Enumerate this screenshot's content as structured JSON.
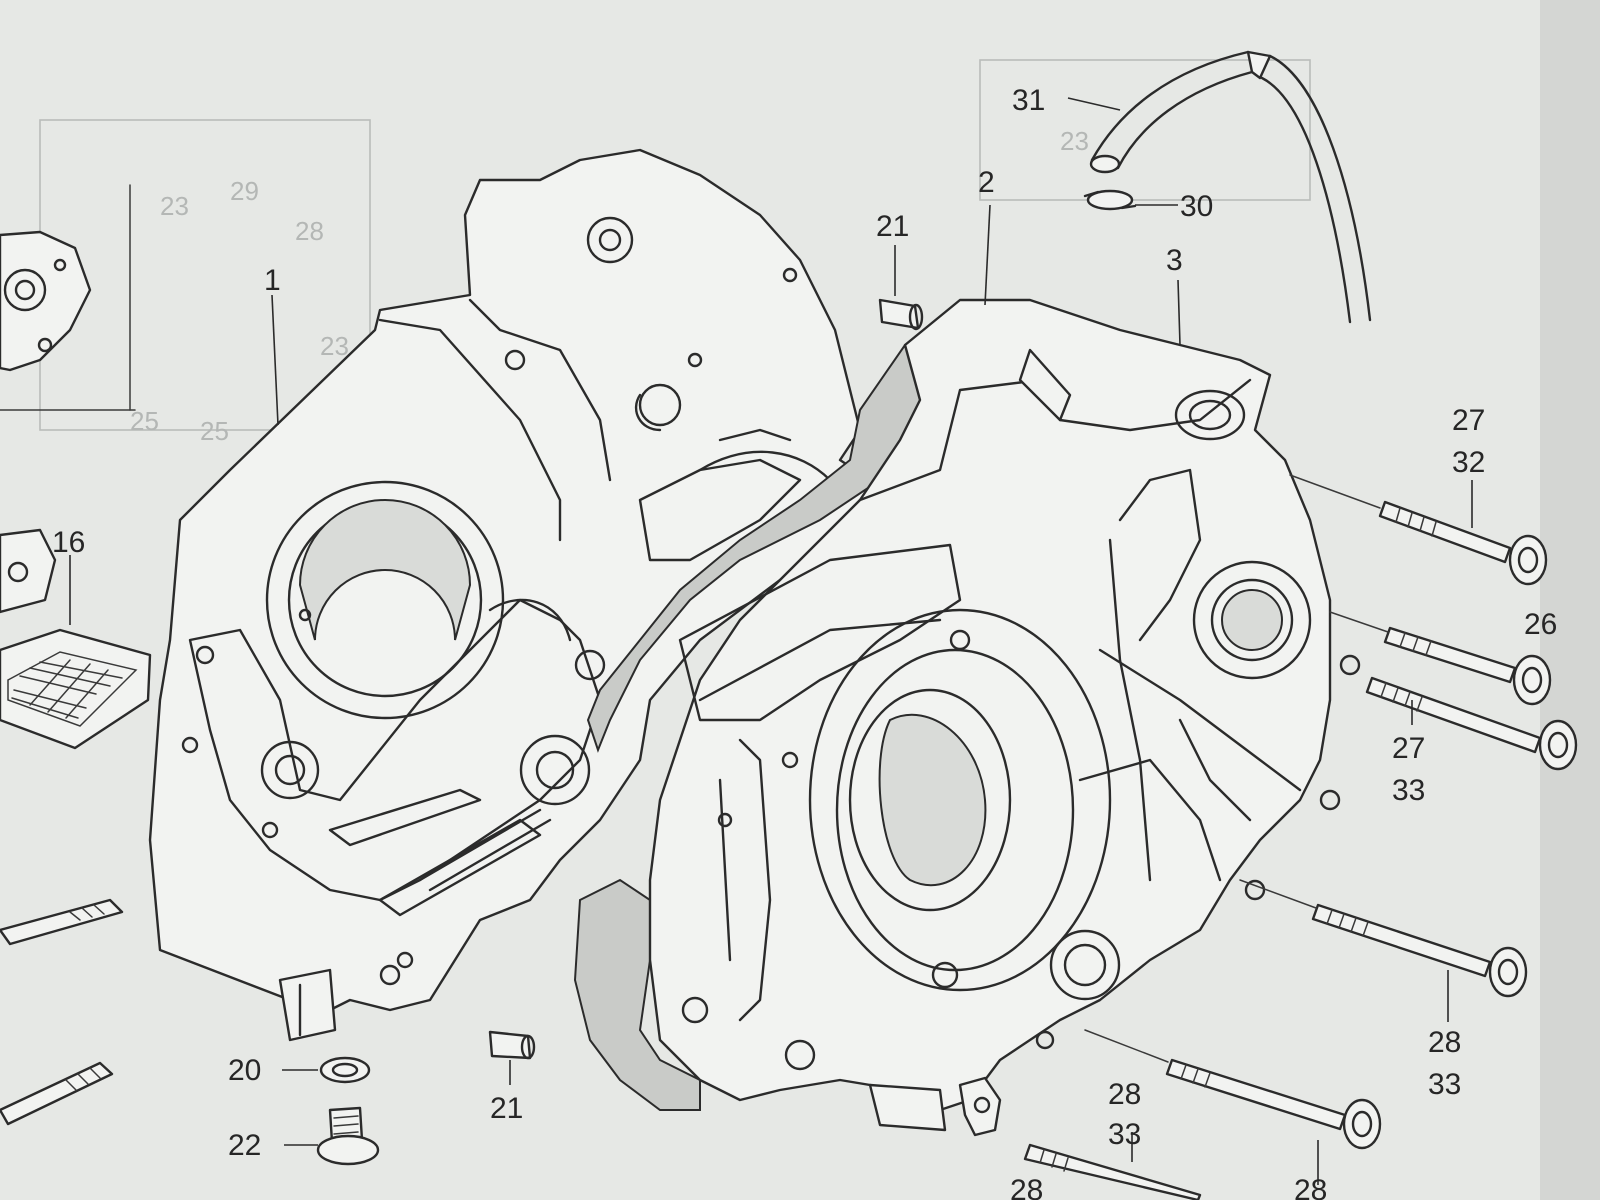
{
  "diagram": {
    "callouts": [
      {
        "id": "c1",
        "text": "1"
      },
      {
        "id": "c2",
        "text": "2"
      },
      {
        "id": "c3",
        "text": "3"
      },
      {
        "id": "c16",
        "text": "16"
      },
      {
        "id": "c20",
        "text": "20"
      },
      {
        "id": "c21a",
        "text": "21"
      },
      {
        "id": "c21b",
        "text": "21"
      },
      {
        "id": "c22",
        "text": "22"
      },
      {
        "id": "c26",
        "text": "26"
      },
      {
        "id": "c27a",
        "text": "27"
      },
      {
        "id": "c32",
        "text": "32"
      },
      {
        "id": "c27b",
        "text": "27"
      },
      {
        "id": "c33a",
        "text": "33"
      },
      {
        "id": "c28a",
        "text": "28"
      },
      {
        "id": "c33b",
        "text": "33"
      },
      {
        "id": "c28b",
        "text": "28"
      },
      {
        "id": "c33c",
        "text": "33"
      },
      {
        "id": "c28c",
        "text": "28"
      },
      {
        "id": "c28d",
        "text": "28"
      },
      {
        "id": "c30",
        "text": "30"
      },
      {
        "id": "c31",
        "text": "31"
      }
    ],
    "bleed_through": [
      "23",
      "29",
      "28",
      "23",
      "25",
      "25",
      "23"
    ]
  }
}
